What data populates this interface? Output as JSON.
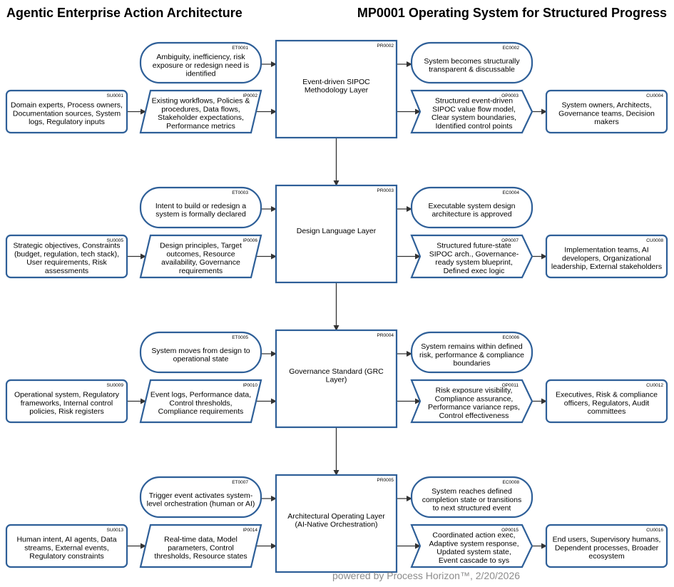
{
  "header": {
    "left_title": "Agentic Enterprise Action Architecture",
    "right_title": "MP0001 Operating System for Structured Progress"
  },
  "footer": "powered by Process Horizon™, 2/20/2026",
  "colors": {
    "stroke": "#2e5f98",
    "fill": "#ffffff",
    "text": "#000000",
    "arrow": "#333333"
  },
  "layers": [
    {
      "process": {
        "id": "PR0002",
        "lines": [
          "Event-driven SIPOC",
          "Methodology Layer"
        ]
      },
      "event": {
        "id": "ET0001",
        "lines": [
          "Ambiguity, inefficiency, risk",
          "exposure or redesign need is",
          "identified"
        ]
      },
      "end_condition": {
        "id": "EC0002",
        "lines": [
          "System becomes structurally",
          "transparent & discussable"
        ]
      },
      "supplier": {
        "id": "SU0001",
        "lines": [
          "Domain experts, Process owners,",
          "Documentation sources, System",
          "logs, Regulatory inputs"
        ]
      },
      "input": {
        "id": "IP0002",
        "lines": [
          "Existing workflows, Policies &",
          "procedures, Data flows,",
          "Stakeholder expectations,",
          "Performance metrics"
        ]
      },
      "output": {
        "id": "OP0003",
        "lines": [
          "Structured event-driven",
          "SIPOC value flow model,",
          "Clear system boundaries,",
          "Identified control points"
        ]
      },
      "customer": {
        "id": "CU0004",
        "lines": [
          "System owners, Architects,",
          "Governance teams, Decision",
          "makers"
        ]
      }
    },
    {
      "process": {
        "id": "PR0003",
        "lines": [
          "Design Language Layer"
        ]
      },
      "event": {
        "id": "ET0003",
        "lines": [
          "Intent to build or redesign a",
          "system is formally declared"
        ]
      },
      "end_condition": {
        "id": "EC0004",
        "lines": [
          "Executable system design",
          "architecture is approved"
        ]
      },
      "supplier": {
        "id": "SU0005",
        "lines": [
          "Strategic objectives, Constraints",
          "(budget, regulation, tech stack),",
          "User requirements, Risk",
          "assessments"
        ]
      },
      "input": {
        "id": "IP0006",
        "lines": [
          "Design principles, Target",
          "outcomes, Resource",
          "availability, Governance",
          "requirements"
        ]
      },
      "output": {
        "id": "OP0007",
        "lines": [
          "Structured future-state",
          "SIPOC arch., Governance-",
          "ready system blueprint,",
          "Defined exec logic"
        ]
      },
      "customer": {
        "id": "CU0008",
        "lines": [
          "Implementation teams, AI",
          "developers, Organizational",
          "leadership, External stakeholders"
        ]
      }
    },
    {
      "process": {
        "id": "PR0004",
        "lines": [
          "Governance Standard (GRC",
          "Layer)"
        ]
      },
      "event": {
        "id": "ET0005",
        "lines": [
          "System moves from design to",
          "operational state"
        ]
      },
      "end_condition": {
        "id": "EC0006",
        "lines": [
          "System remains within defined",
          "risk, performance & compliance",
          "boundaries"
        ]
      },
      "supplier": {
        "id": "SU0009",
        "lines": [
          "Operational system, Regulatory",
          "frameworks, Internal control",
          "policies, Risk registers"
        ]
      },
      "input": {
        "id": "IP0010",
        "lines": [
          "Event logs, Performance data,",
          "Control thresholds,",
          "Compliance requirements"
        ]
      },
      "output": {
        "id": "OP0011",
        "lines": [
          "Risk exposure visibility,",
          "Compliance assurance,",
          "Performance variance reps,",
          "Control effectiveness"
        ]
      },
      "customer": {
        "id": "CU0012",
        "lines": [
          "Executives, Risk & compliance",
          "officers, Regulators, Audit",
          "committees"
        ]
      }
    },
    {
      "process": {
        "id": "PR0005",
        "lines": [
          "Architectural Operating Layer",
          "(AI-Native Orchestration)"
        ]
      },
      "event": {
        "id": "ET0007",
        "lines": [
          "Trigger event activates system-",
          "level orchestration (human or AI)"
        ]
      },
      "end_condition": {
        "id": "EC0008",
        "lines": [
          "System reaches defined",
          "completion state or transitions",
          "to next structured event"
        ]
      },
      "supplier": {
        "id": "SU0013",
        "lines": [
          "Human intent, AI agents, Data",
          "streams, External events,",
          "Regulatory constraints"
        ]
      },
      "input": {
        "id": "IP0014",
        "lines": [
          "Real-time data, Model",
          "parameters, Control",
          "thresholds, Resource states"
        ]
      },
      "output": {
        "id": "OP0015",
        "lines": [
          "Coordinated action exec,",
          "Adaptive system response,",
          "Updated system state,",
          "Event cascade to sys"
        ]
      },
      "customer": {
        "id": "CU0016",
        "lines": [
          "End users, Supervisory humans,",
          "Dependent processes, Broader",
          "ecosystem"
        ]
      }
    }
  ]
}
